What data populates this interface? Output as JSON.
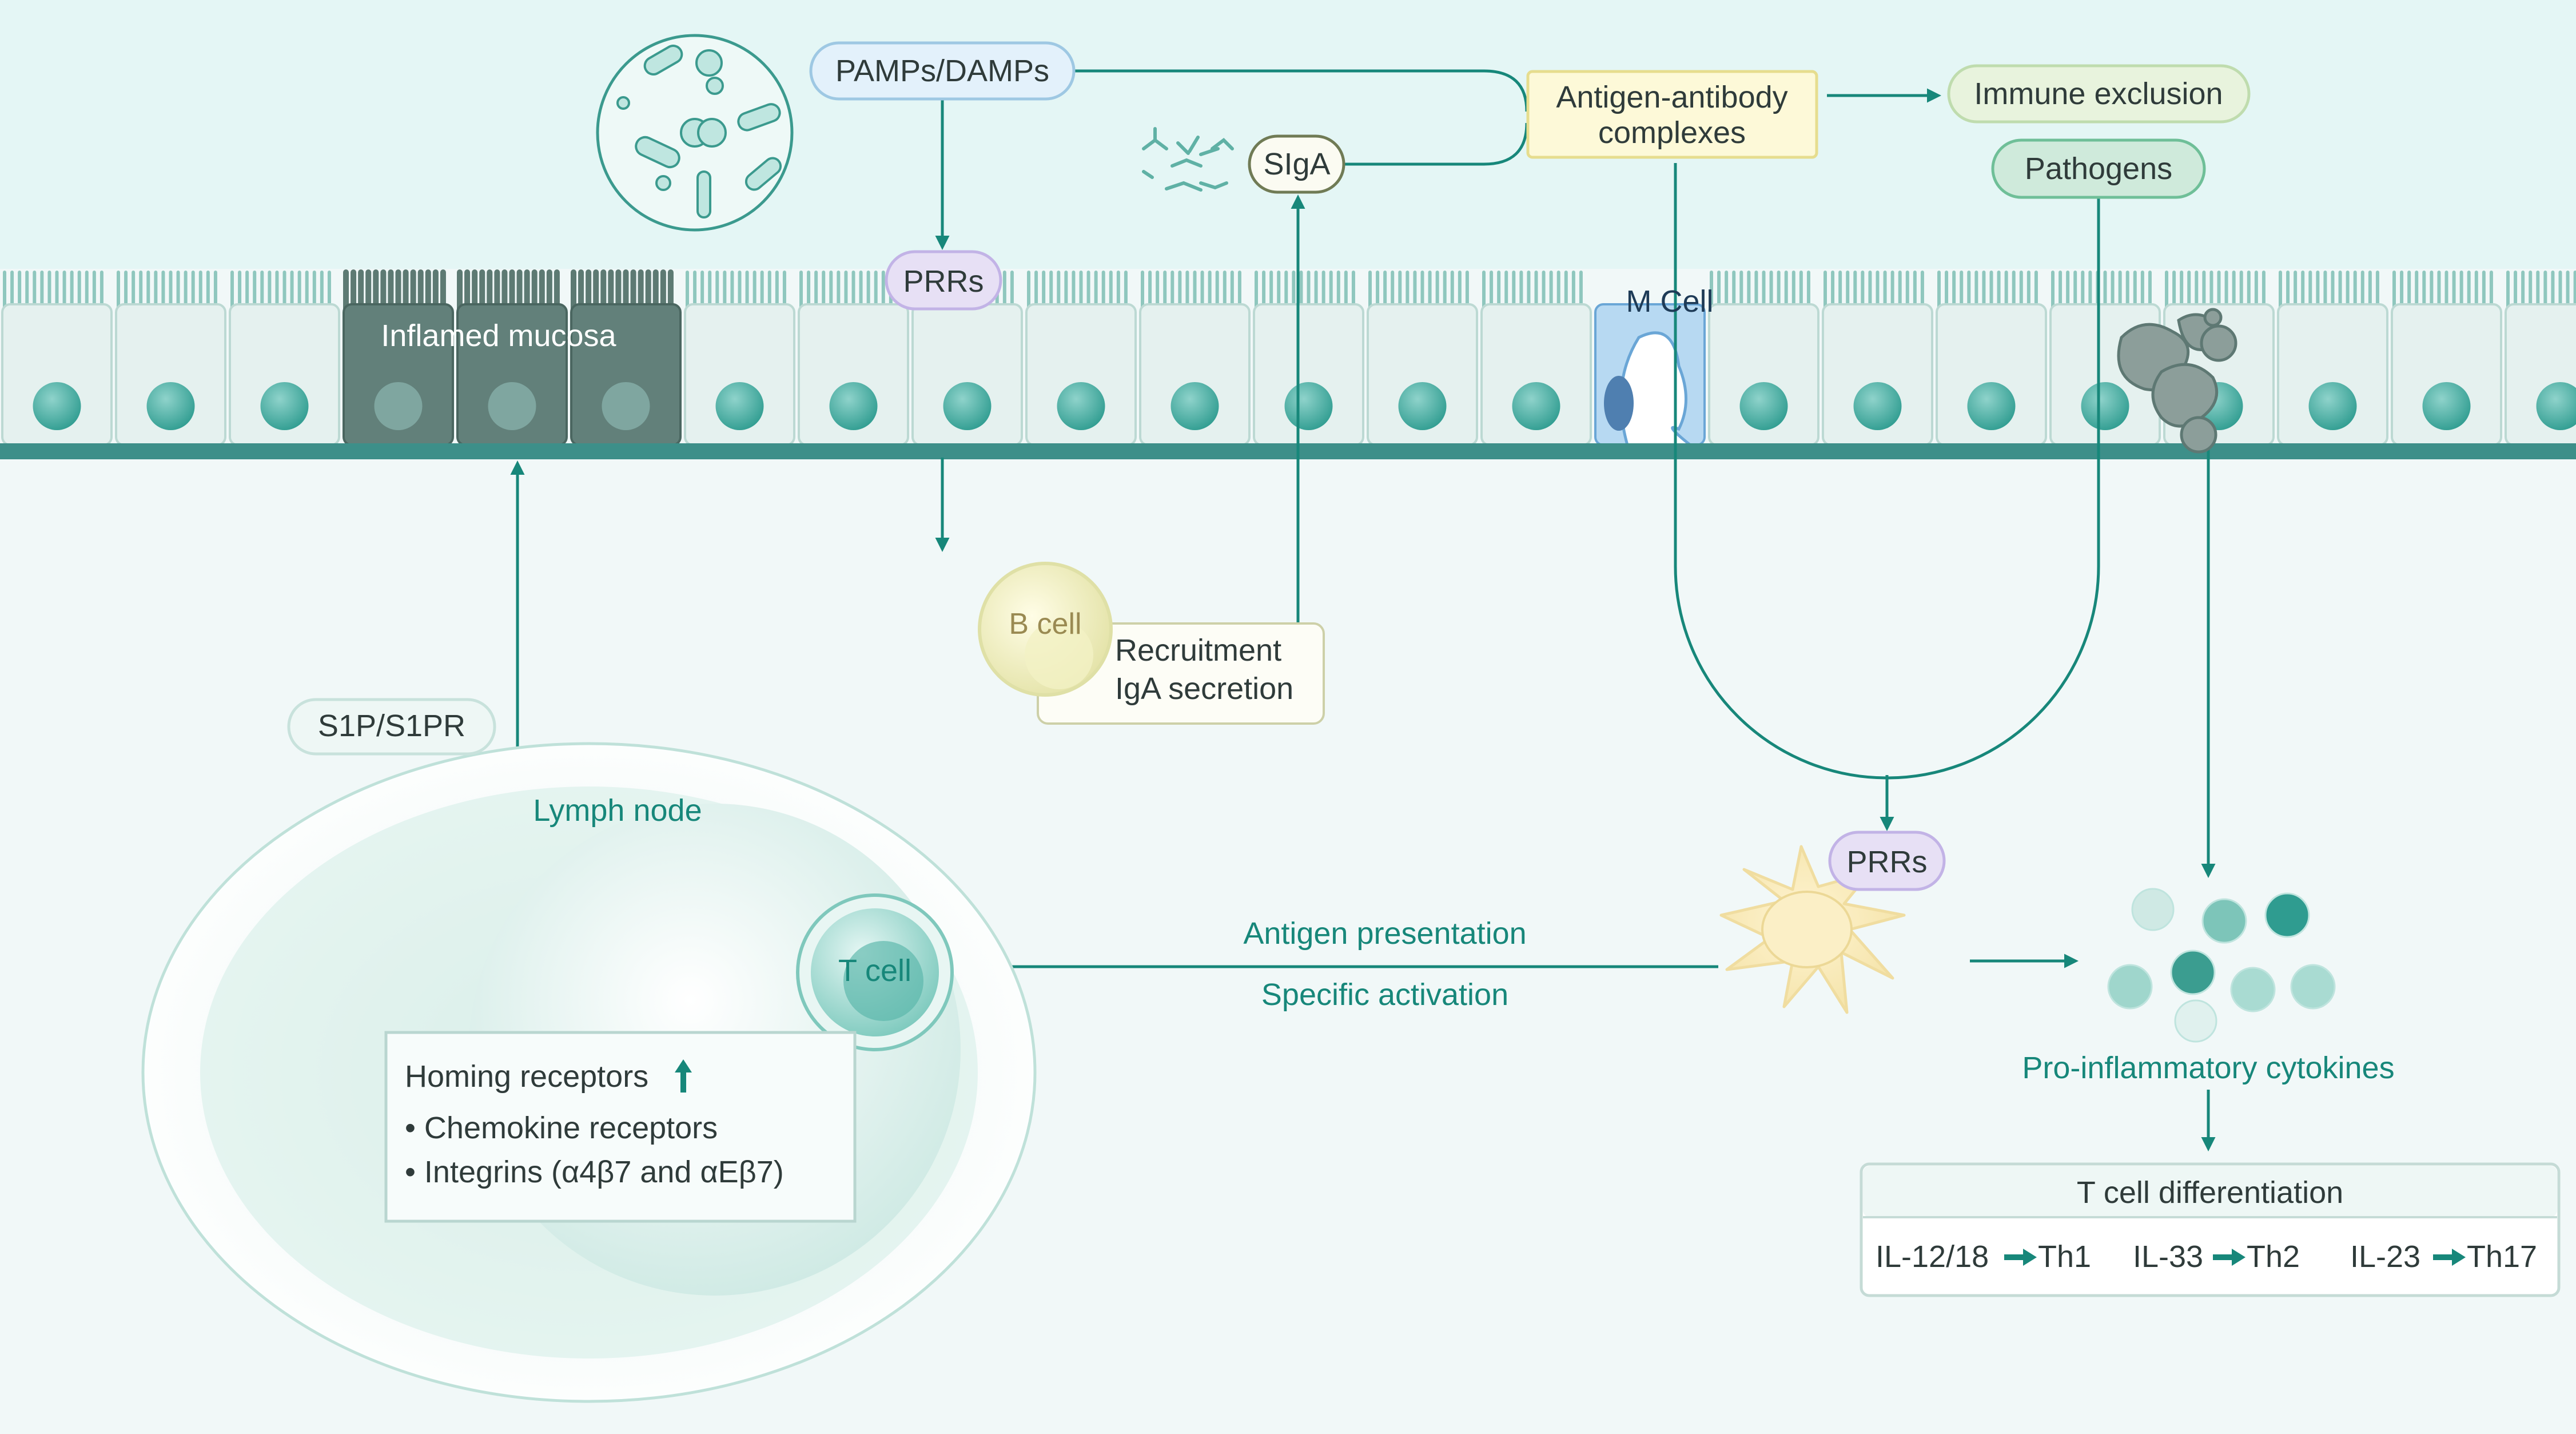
{
  "colors": {
    "lumen_bg": "#e4f6f5",
    "tissue_bg": "#f1f8f8",
    "teal": "#17877a",
    "nucleus": "#4bb3a8",
    "cell_fill": "#e5f1ef",
    "basal_band": "#3b8f8a",
    "inflamed": "#5d7a73",
    "m_cell": "#b7d9f2"
  },
  "labels": {
    "pamps": "PAMPs/DAMPs",
    "antigen_antibody_l1": "Antigen-antibody",
    "antigen_antibody_l2": "complexes",
    "immune_exclusion": "Immune exclusion",
    "pathogens": "Pathogens",
    "siga": "SIgA",
    "prrs_top": "PRRs",
    "inflamed_mucosa": "Inflamed mucosa",
    "m_cell": "M Cell",
    "b_cell": "B cell",
    "recruitment_l1": "Recruitment",
    "recruitment_l2": "IgA secretion",
    "s1p": "S1P/S1PR",
    "lymph_node": "Lymph node",
    "t_cell": "T cell",
    "homing_title": "Homing receptors",
    "homing_item1": "• Chemokine receptors",
    "homing_item2": "• Integrins (α4β7 and αEβ7)",
    "antigen_presentation": "Antigen presentation",
    "specific_activation": "Specific activation",
    "prrs_dc": "PRRs",
    "pro_inflammatory": "Pro-inflammatory cytokines",
    "t_diff_title": "T cell differentiation",
    "th1_pre": "IL-12/18",
    "th1_post": "Th1",
    "th2_pre": "IL-33",
    "th2_post": "Th2",
    "th17_pre": "IL-23",
    "th17_post": "Th17"
  }
}
